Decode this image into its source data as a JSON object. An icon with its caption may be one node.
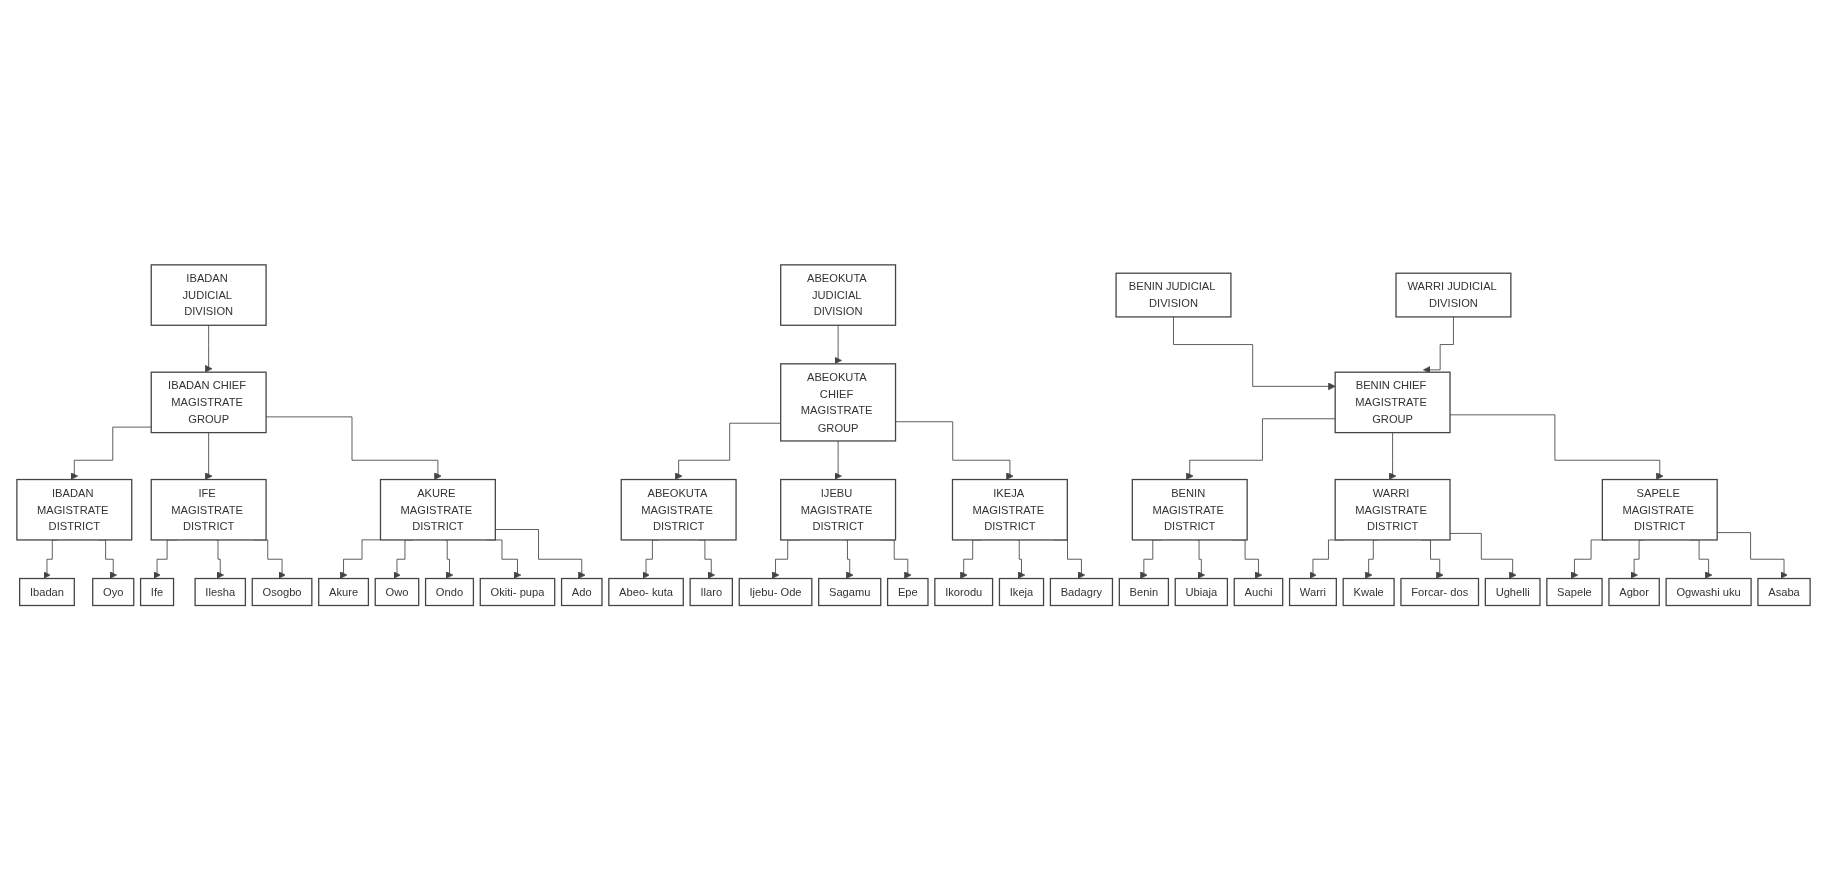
{
  "diagram": {
    "nodes": [
      {
        "text": [
          "IBADAN JUDICIAL DIVISION"
        ]
      },
      {
        "text": [
          "ABEOKUTA JUDICIAL DIVISION"
        ]
      },
      {
        "text": [
          "BENIN JUDICIAL DIVISION"
        ]
      },
      {
        "text": [
          "WARRI JUDICIAL DIVISION"
        ]
      },
      {
        "text": [
          "IBADAN CHIEF MAGISTRATE GROUP"
        ]
      },
      {
        "text": [
          "ABEOKUTA CHIEF MAGISTRATE GROUP"
        ]
      },
      {
        "text": [
          "BENIN CHIEF MAGISTRATE GROUP"
        ]
      },
      {
        "text": [
          "IBADAN MAGISTRATE DISTRICT"
        ]
      },
      {
        "text": [
          "IFE MAGISTRATE DISTRICT"
        ]
      },
      {
        "text": [
          "AKURE MAGISTRATE DISTRICT"
        ]
      },
      {
        "text": [
          "ABEOKUTA MAGISTRATE DISTRICT"
        ]
      },
      {
        "text": [
          "IJEBU MAGISTRATE DISTRICT"
        ]
      },
      {
        "text": [
          "IKEJA MAGISTRATE DISTRICT"
        ]
      },
      {
        "text": [
          "BENIN MAGISTRATE DISTRICT"
        ]
      },
      {
        "text": [
          "WARRI MAGISTRATE DISTRICT"
        ]
      },
      {
        "text": [
          "SAPELE MAGISTRATE DISTRICT"
        ]
      },
      {
        "text": [
          "Ibadan"
        ]
      },
      {
        "text": [
          "Oyo"
        ]
      },
      {
        "text": [
          "Ife"
        ]
      },
      {
        "text": [
          "Ilesha"
        ]
      },
      {
        "text": [
          "Osogbo"
        ]
      },
      {
        "text": [
          "Akure"
        ]
      },
      {
        "text": [
          "Owo"
        ]
      },
      {
        "text": [
          "Ondo"
        ]
      },
      {
        "text": [
          "Okiti- pupa"
        ]
      },
      {
        "text": [
          "Ado"
        ]
      },
      {
        "text": [
          "Abeo- kuta"
        ]
      },
      {
        "text": [
          "Ilaro"
        ]
      },
      {
        "text": [
          "Ijebu- Ode"
        ]
      },
      {
        "text": [
          "Sagamu"
        ]
      },
      {
        "text": [
          "Epe"
        ]
      },
      {
        "text": [
          "Ikorodu"
        ]
      },
      {
        "text": [
          "Ikeja"
        ]
      },
      {
        "text": [
          "Badagry"
        ]
      },
      {
        "text": [
          "Benin"
        ]
      },
      {
        "text": [
          "Ubiaja"
        ]
      },
      {
        "text": [
          "Auchi"
        ]
      },
      {
        "text": [
          "Warri"
        ]
      },
      {
        "text": [
          "Kwale"
        ]
      },
      {
        "text": [
          "Forcar- dos"
        ]
      },
      {
        "text": [
          "Ughelli"
        ]
      },
      {
        "text": [
          "Sapele"
        ]
      },
      {
        "text": [
          "Agbor"
        ]
      },
      {
        "text": [
          "Ogwashi uku"
        ]
      },
      {
        "text": [
          "Asaba"
        ]
      }
    ],
    "edges": [
      {
        "from": 0,
        "to": 4,
        "arrow": "to"
      },
      {
        "from": 1,
        "to": 5,
        "arrow": "to"
      },
      {
        "from": 2,
        "to": 6,
        "arrow": "to"
      },
      {
        "from": 3,
        "to": 6,
        "arrow": "to"
      },
      {
        "from": 4,
        "to": 7,
        "arrow": "to"
      },
      {
        "from": 4,
        "to": 8,
        "arrow": "to"
      },
      {
        "from": 4,
        "to": 9,
        "arrow": "to"
      },
      {
        "from": 5,
        "to": 10,
        "arrow": "to"
      },
      {
        "from": 5,
        "to": 11,
        "arrow": "to"
      },
      {
        "from": 5,
        "to": 12,
        "arrow": "to"
      },
      {
        "from": 6,
        "to": 13,
        "arrow": "to"
      },
      {
        "from": 6,
        "to": 14,
        "arrow": "to"
      },
      {
        "from": 6,
        "to": 15,
        "arrow": "to"
      },
      {
        "from": 7,
        "to": 16,
        "arrow": "to"
      },
      {
        "from": 7,
        "to": 17,
        "arrow": "to"
      },
      {
        "from": 8,
        "to": 18,
        "arrow": "to"
      },
      {
        "from": 8,
        "to": 19,
        "arrow": "to"
      },
      {
        "from": 8,
        "to": 20,
        "arrow": "to"
      },
      {
        "from": 9,
        "to": 21,
        "arrow": "to"
      },
      {
        "from": 9,
        "to": 22,
        "arrow": "to"
      },
      {
        "from": 9,
        "to": 23,
        "arrow": "to"
      },
      {
        "from": 9,
        "to": 24,
        "arrow": "to"
      },
      {
        "from": 9,
        "to": 25,
        "arrow": "to"
      },
      {
        "from": 10,
        "to": 26,
        "arrow": "to"
      },
      {
        "from": 10,
        "to": 27,
        "arrow": "to"
      },
      {
        "from": 11,
        "to": 28,
        "arrow": "to"
      },
      {
        "from": 11,
        "to": 29,
        "arrow": "to"
      },
      {
        "from": 11,
        "to": 30,
        "arrow": "to"
      },
      {
        "from": 12,
        "to": 31,
        "arrow": "to"
      },
      {
        "from": 12,
        "to": 32,
        "arrow": "to"
      },
      {
        "from": 12,
        "to": 33,
        "arrow": "to"
      },
      {
        "from": 13,
        "to": 34,
        "arrow": "to"
      },
      {
        "from": 13,
        "to": 35,
        "arrow": "to"
      },
      {
        "from": 13,
        "to": 36,
        "arrow": "to"
      },
      {
        "from": 14,
        "to": 37,
        "arrow": "to"
      },
      {
        "from": 14,
        "to": 38,
        "arrow": "to"
      },
      {
        "from": 14,
        "to": 39,
        "arrow": "to"
      },
      {
        "from": 14,
        "to": 40,
        "arrow": "to"
      },
      {
        "from": 15,
        "to": 41,
        "arrow": "to"
      },
      {
        "from": 15,
        "to": 42,
        "arrow": "to"
      },
      {
        "from": 15,
        "to": 43,
        "arrow": "to"
      },
      {
        "from": 15,
        "to": 44,
        "arrow": "to"
      }
    ]
  }
}
